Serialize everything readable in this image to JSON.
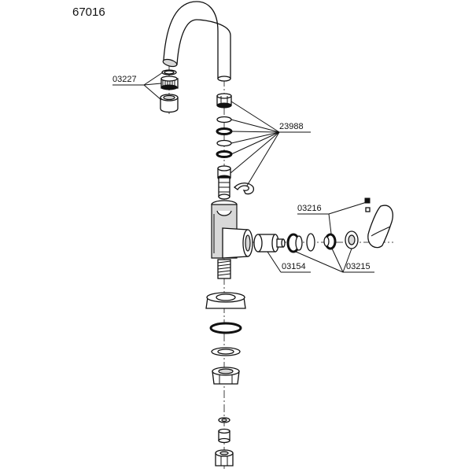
{
  "diagram": {
    "title": "67016",
    "labels": {
      "aerator": "03227",
      "seals": "23988",
      "cartridge_screw": "03216",
      "cartridge": "03154",
      "cartridge_rings": "03215"
    }
  }
}
